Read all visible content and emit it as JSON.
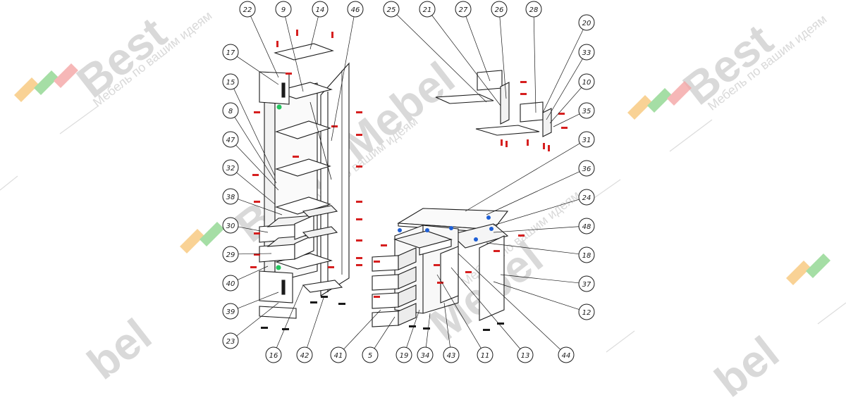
{
  "watermark": {
    "brand": "Best",
    "brand_tail": "Mebel",
    "brand_frag": "bel",
    "tagline": "Мебель по вашим идеям"
  },
  "colors": {
    "line": "#1a1a1a",
    "panel": "#ffffff",
    "shade": "#e8e8e8",
    "marker_red": "#d61f1f",
    "marker_blue": "#1e5fd6",
    "marker_green": "#22c55e",
    "watermark": "#d9d9d9",
    "logo_orange": "#f8c77b",
    "logo_green": "#8fd68f"
  },
  "diagram": {
    "labels": [
      "22",
      "9",
      "14",
      "46",
      "25",
      "21",
      "27",
      "26",
      "28",
      "20",
      "17",
      "15",
      "8",
      "47",
      "32",
      "38",
      "30",
      "29",
      "40",
      "39",
      "23",
      "33",
      "10",
      "35",
      "31",
      "36",
      "24",
      "48",
      "18",
      "37",
      "12",
      "16",
      "42",
      "41",
      "5",
      "19",
      "34",
      "43",
      "11",
      "13",
      "44"
    ]
  }
}
